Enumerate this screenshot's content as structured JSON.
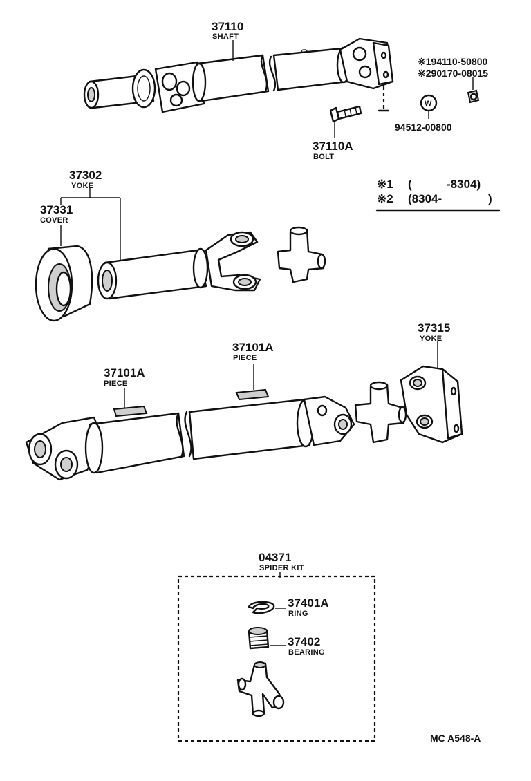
{
  "parts": {
    "shaft": {
      "number": "37110",
      "name": "SHAFT"
    },
    "bolt": {
      "number": "37110A",
      "name": "BOLT"
    },
    "washer": {
      "number": "94512-00800",
      "symbol": "W"
    },
    "nut1": {
      "mark": "※1",
      "number": "94110-50800"
    },
    "nut2": {
      "mark": "※2",
      "number": "90170-08015"
    },
    "yoke_front": {
      "number": "37302",
      "name": "YOKE"
    },
    "cover": {
      "number": "37331",
      "name": "COVER"
    },
    "piece_left": {
      "number": "37101A",
      "name": "PIECE"
    },
    "piece_right": {
      "number": "37101A",
      "name": "PIECE"
    },
    "yoke_rear": {
      "number": "37315",
      "name": "YOKE"
    },
    "spider_kit": {
      "number": "04371",
      "name": "SPIDER KIT"
    },
    "ring": {
      "number": "37401A",
      "name": "RING"
    },
    "bearing": {
      "number": "37402",
      "name": "BEARING"
    }
  },
  "notes": [
    {
      "mark": "※1",
      "open": "(",
      "from": "",
      "to": "-8304",
      "close": ")"
    },
    {
      "mark": "※2",
      "open": "(",
      "from": "8304-",
      "to": "",
      "close": ")"
    }
  ],
  "diagram_code": "MC A548-A"
}
